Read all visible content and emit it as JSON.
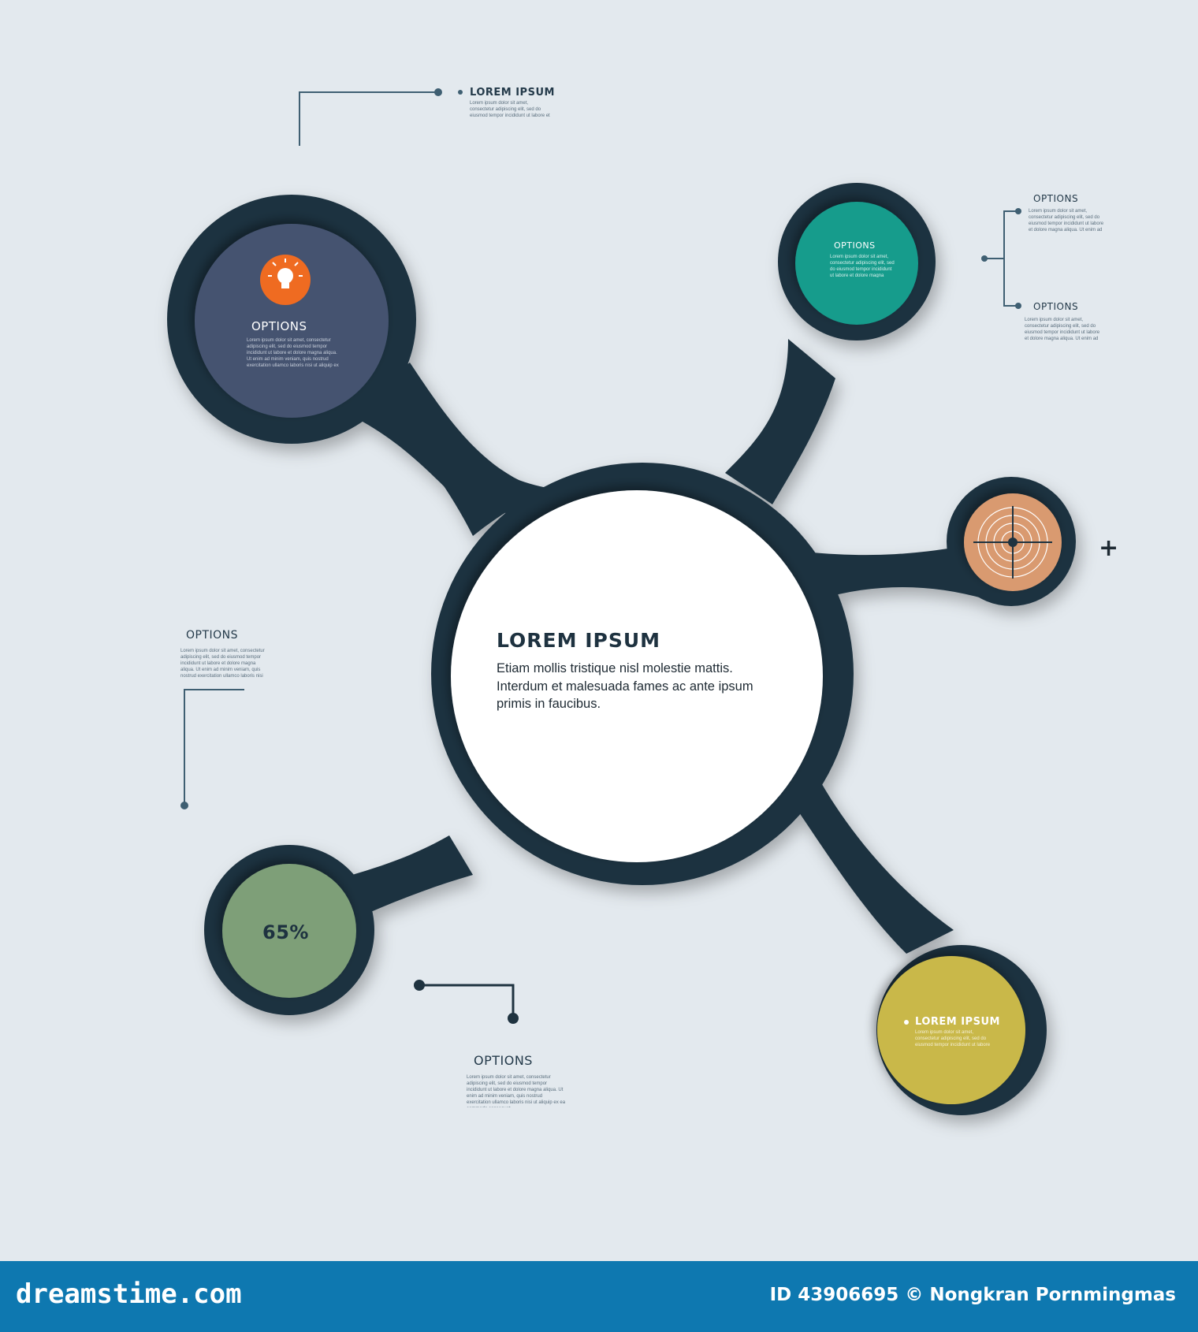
{
  "center": {
    "title": "LOREM IPSUM",
    "body": "Etiam mollis tristique nisl molestie mattis. Interdum et malesuada fames ac ante ipsum primis in faucibus."
  },
  "nodes": {
    "top_left": {
      "label": "OPTIONS",
      "color": "#445370",
      "icon": "lightbulb-icon",
      "icon_color": "#ef6b21",
      "text": "Lorem ipsum dolor sit amet, consectetur adipiscing elit, sed do eiusmod tempor incididunt ut labore et dolore magna aliqua. Ut enim ad minim veniam, quis nostrud exercitation ullamco laboris nisi ut aliquip ex ea commodo consequat."
    },
    "top_right": {
      "label": "OPTIONS",
      "color": "#159c8c",
      "text": "Lorem ipsum dolor sit amet, consectetur adipiscing elit, sed do eiusmod tempor incididunt ut labore et dolore magna aliqua. Ut enim ad minim veniam, quis nostrud exercitation ullamco."
    },
    "right": {
      "color": "#d99a70",
      "icon": "target-icon"
    },
    "bottom_left": {
      "value": "65%",
      "color": "#7e9f78"
    },
    "bottom_right": {
      "label": "LOREM IPSUM",
      "color": "#c9b84a",
      "text": "Lorem ipsum dolor sit amet, consectetur adipiscing elit, sed do eiusmod tempor incididunt ut labore et dolore magna aliqua."
    }
  },
  "callouts": {
    "top": {
      "label": "LOREM IPSUM",
      "text": "Lorem ipsum dolor sit amet, consectetur adipiscing elit, sed do eiusmod tempor incididunt ut labore et dolore magna aliqua."
    },
    "right_top": {
      "label": "OPTIONS",
      "text": "Lorem ipsum dolor sit amet, consectetur adipiscing elit, sed do eiusmod tempor incididunt ut labore et dolore magna aliqua. Ut enim ad minim veniam, quis nostrud exercitation ullamco laboris nisi ut aliquip ex ea commodo consequat."
    },
    "right_bottom": {
      "label": "OPTIONS",
      "text": "Lorem ipsum dolor sit amet, consectetur adipiscing elit, sed do eiusmod tempor incididunt ut labore et dolore magna aliqua. Ut enim ad minim veniam, quis nostrud exercitation ullamco laboris nisi ut aliquip ex ea commodo consequat."
    },
    "left": {
      "label": "OPTIONS",
      "text": "Lorem ipsum dolor sit amet, consectetur adipiscing elit, sed do eiusmod tempor incididunt ut labore et dolore magna aliqua. Ut enim ad minim veniam, quis nostrud exercitation ullamco laboris nisi ut aliquip ex ea commodo consequat."
    },
    "bottom": {
      "label": "OPTIONS",
      "text": "Lorem ipsum dolor sit amet, consectetur adipiscing elit, sed do eiusmod tempor incididunt ut labore et dolore magna aliqua. Ut enim ad minim veniam, quis nostrud exercitation ullamco laboris nisi ut aliquip ex ea commodo consequat."
    }
  },
  "plus_sign": "+",
  "frame_color": "#1f3340",
  "footer": {
    "brand": "dreamstime.com",
    "credit": "ID 43906695 © Nongkran Pornmingmas",
    "color": "#0e78b0"
  }
}
